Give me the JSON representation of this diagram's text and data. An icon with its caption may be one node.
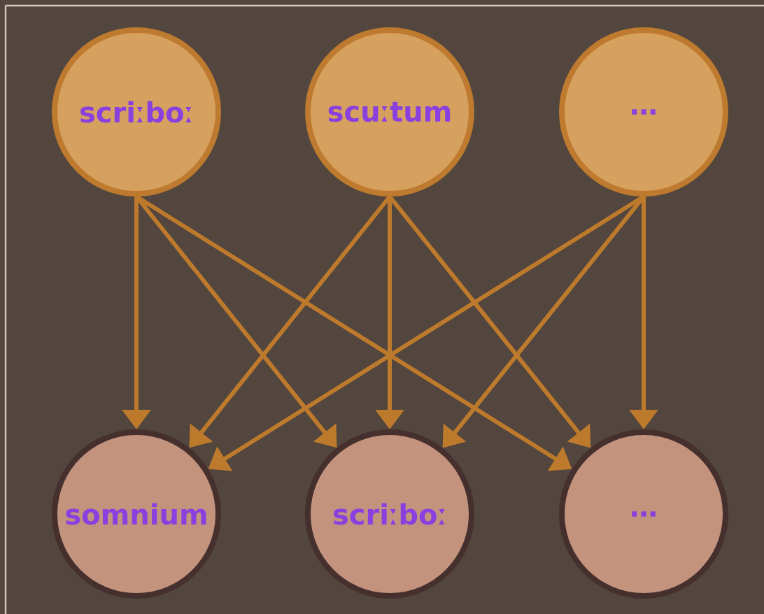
{
  "diagram": {
    "nodes": [
      {
        "text": [
          "scriːboː"
        ]
      },
      {
        "text": [
          "scuːtum"
        ]
      },
      {
        "text": [
          "…"
        ]
      },
      {
        "text": [
          "somnium"
        ]
      },
      {
        "text": [
          "scriːboː"
        ]
      },
      {
        "text": [
          "…"
        ]
      }
    ],
    "edges": [
      {
        "from": 0,
        "to": 3,
        "arrow": "to"
      },
      {
        "from": 0,
        "to": 4,
        "arrow": "to"
      },
      {
        "from": 0,
        "to": 5,
        "arrow": "to"
      },
      {
        "from": 1,
        "to": 3,
        "arrow": "to"
      },
      {
        "from": 1,
        "to": 4,
        "arrow": "to"
      },
      {
        "from": 1,
        "to": 5,
        "arrow": "to"
      },
      {
        "from": 2,
        "to": 3,
        "arrow": "to"
      },
      {
        "from": 2,
        "to": 4,
        "arrow": "to"
      },
      {
        "from": 2,
        "to": 5,
        "arrow": "to"
      }
    ]
  }
}
